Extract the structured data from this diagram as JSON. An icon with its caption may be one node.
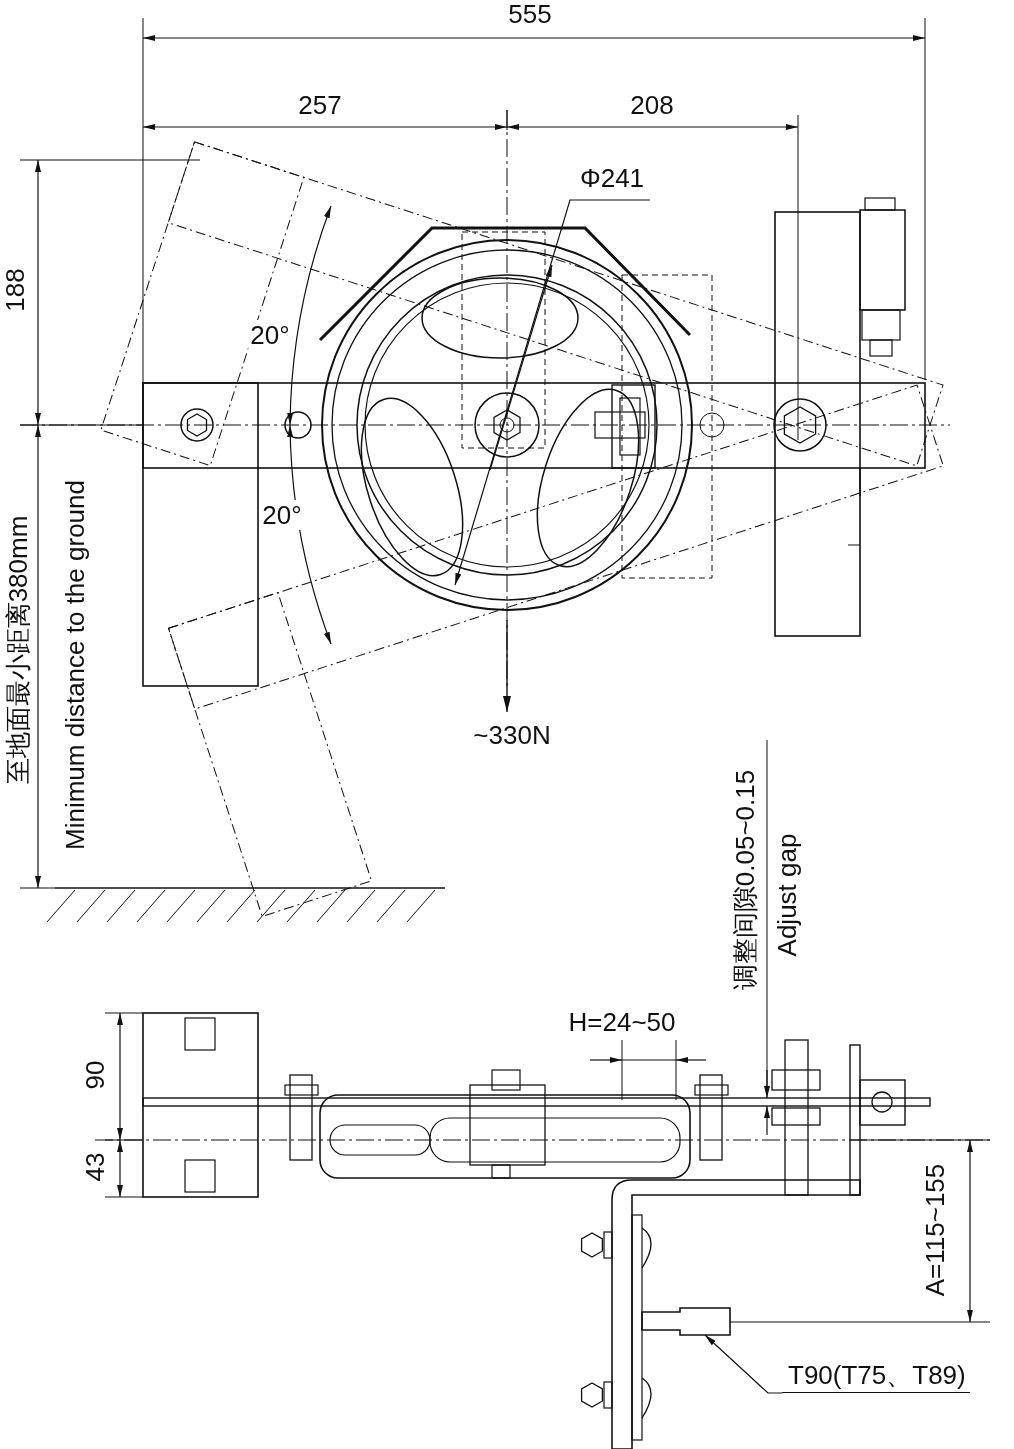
{
  "diagram": {
    "nodes": [
      {
        "text": [
          "T90(T75、T89)"
        ]
      },
      {
        "text": [],
        "shape": "picture"
      }
    ],
    "edges": [
      {
        "from": 0,
        "to": 1,
        "arrow": "to"
      }
    ],
    "labels": [
      "555",
      "257",
      "208",
      "Φ241",
      "188",
      "20°",
      "20°",
      "~330N",
      "至地面最小距离380mm",
      "Minimum distance to the ground",
      "调整间隙0.05~0.15",
      "Adjust gap",
      "H=24~50",
      "90",
      "43",
      "A=115~155"
    ]
  }
}
